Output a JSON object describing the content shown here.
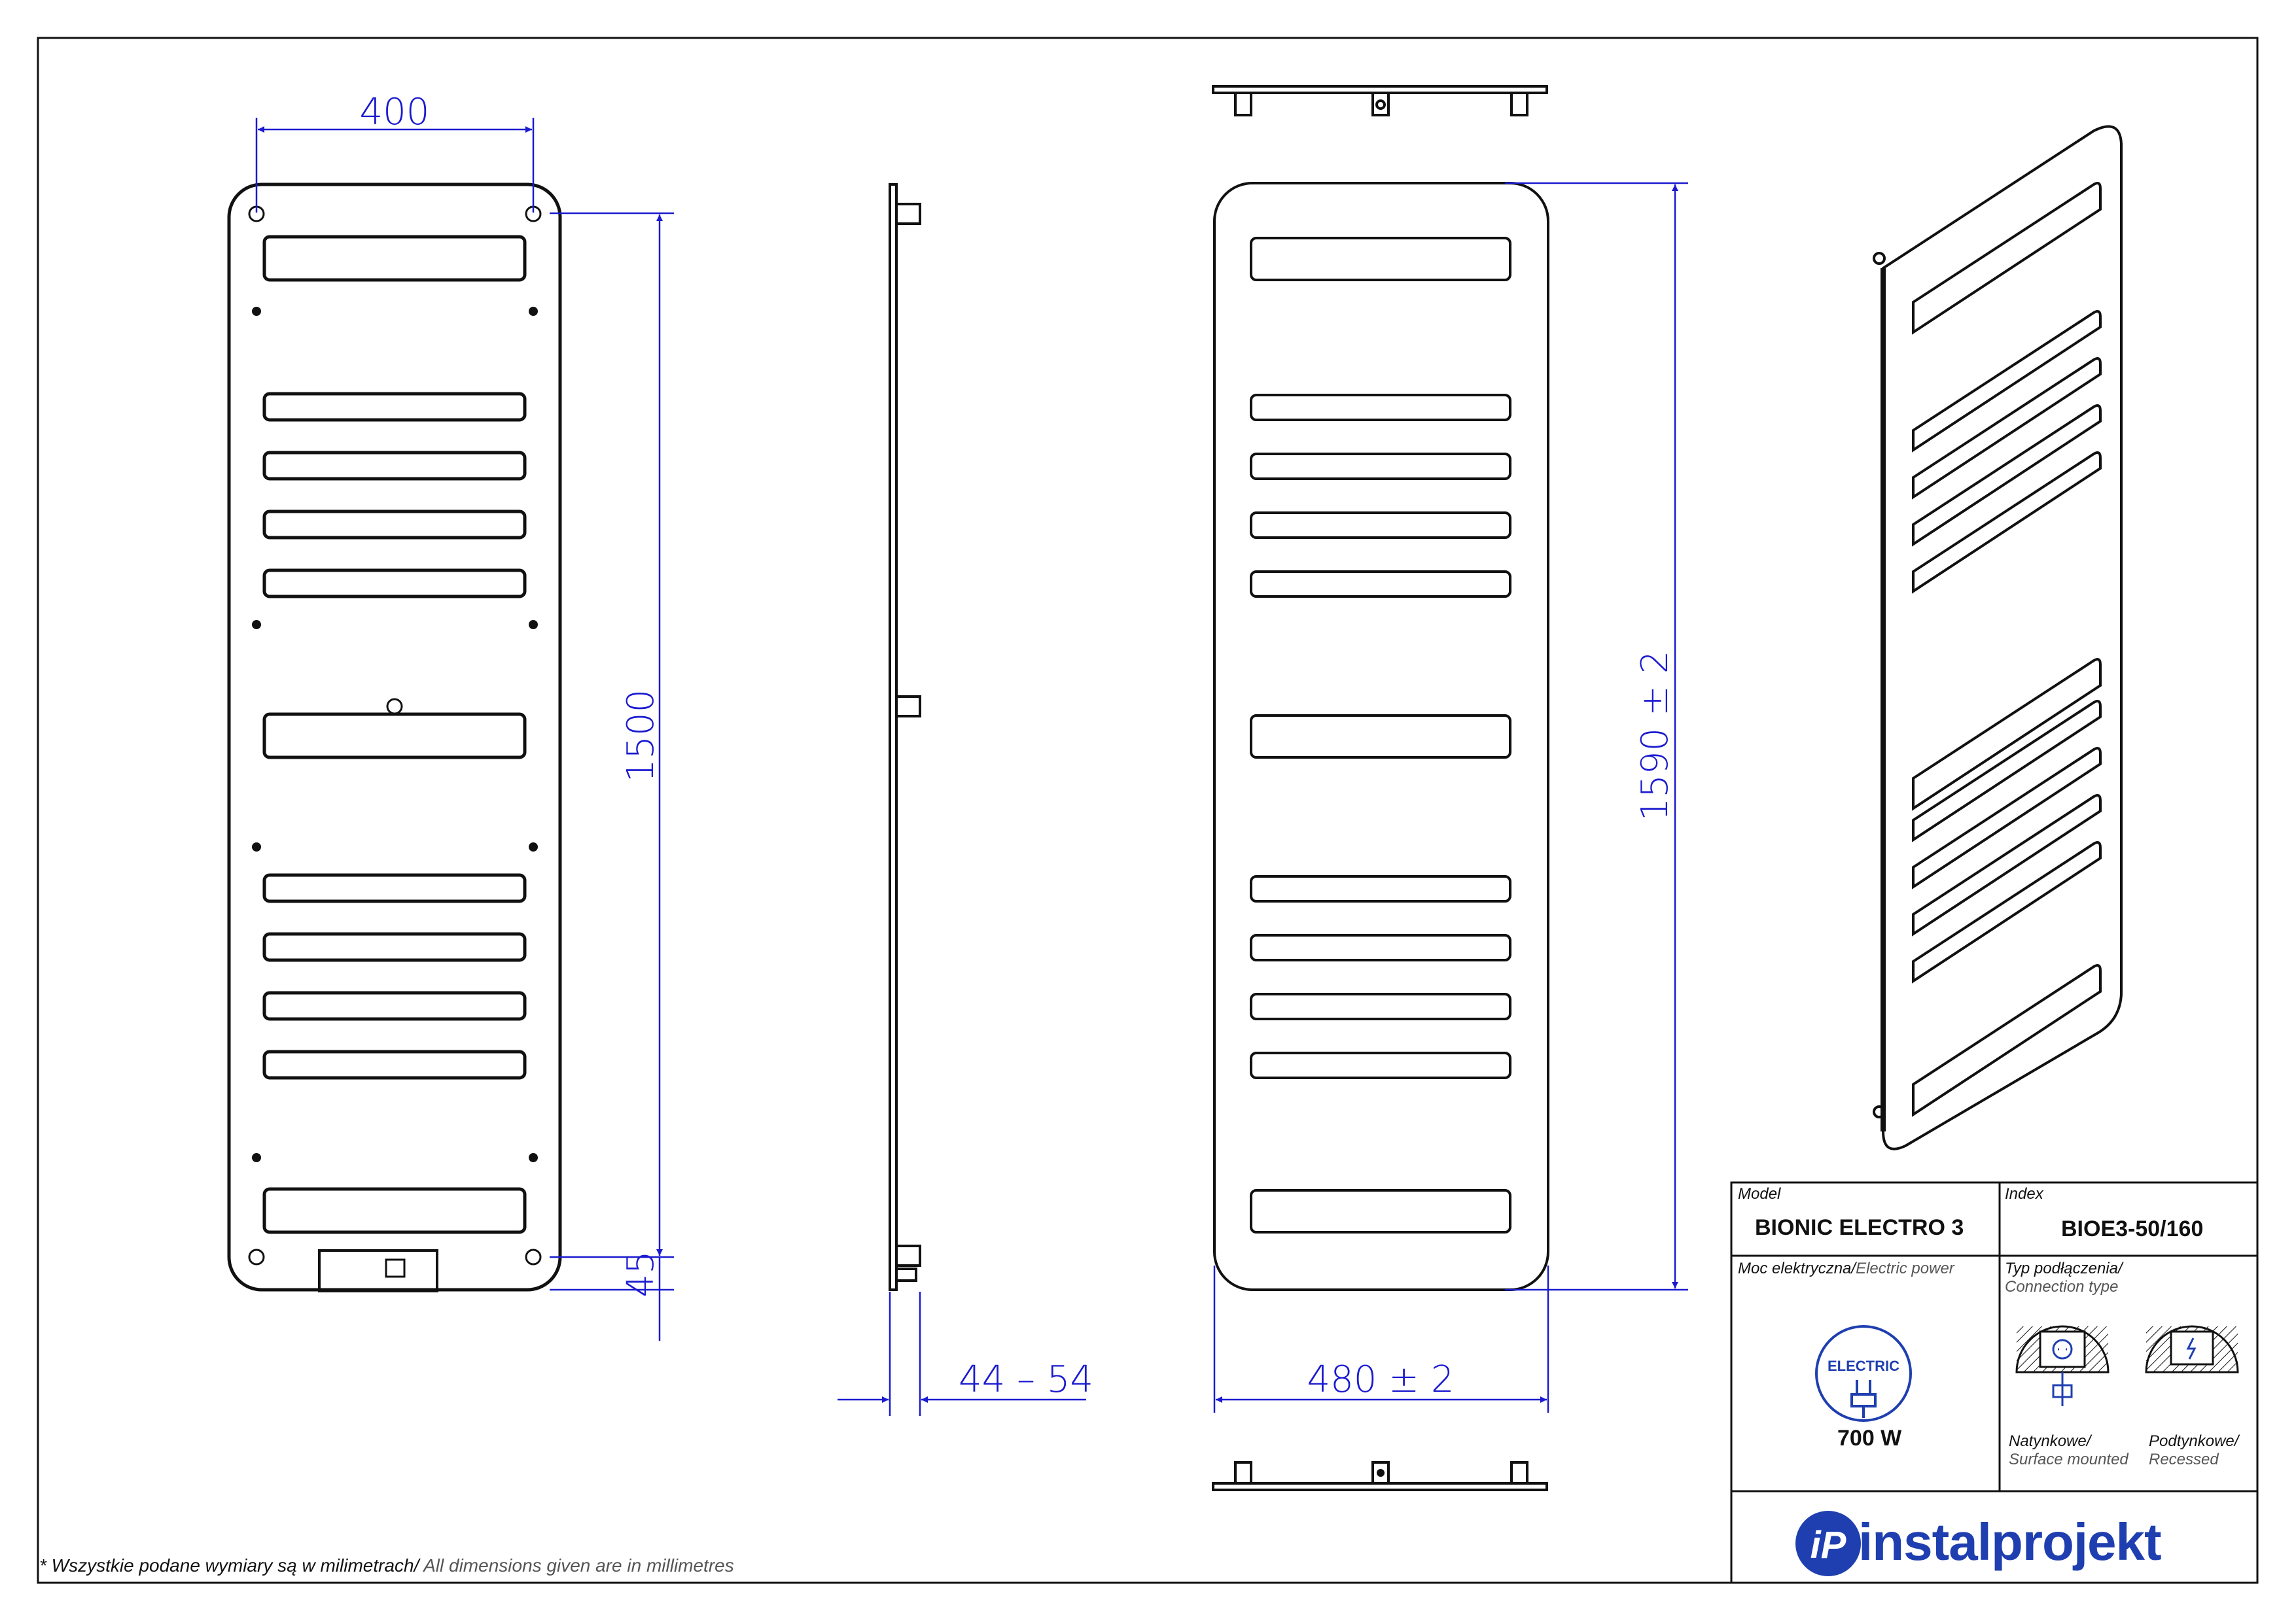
{
  "dimensions": {
    "front_width": "400",
    "front_height": "1500",
    "front_bottom_offset": "45",
    "depth": "44 – 54",
    "overall_height": "1590 ± 2",
    "overall_width": "480 ± 2"
  },
  "title_block": {
    "model_label": "Model",
    "model_value": "BIONIC ELECTRO 3",
    "index_label": "Index",
    "index_value": "BIOE3-50/160",
    "power_label_pl": "Moc elektryczna/",
    "power_label_en": "Electric power",
    "power_badge": "ELECTRIC",
    "power_value": "700 W",
    "connection_label_pl": "Typ podłączenia/",
    "connection_label_en": "Connection type",
    "surface_pl": "Natynkowe/",
    "surface_en": "Surface mounted",
    "recessed_pl": "Podtynkowe/",
    "recessed_en": "Recessed"
  },
  "footnote": {
    "pl": "* Wszystkie podane wymiary są w milimetrach/",
    "en": " All dimensions given are in millimetres"
  },
  "brand": {
    "logo_mark": "iP",
    "name": "instalprojekt",
    "color": "#1f3fb0"
  },
  "colors": {
    "dimension": "#1a1ad0",
    "line": "#111111"
  }
}
